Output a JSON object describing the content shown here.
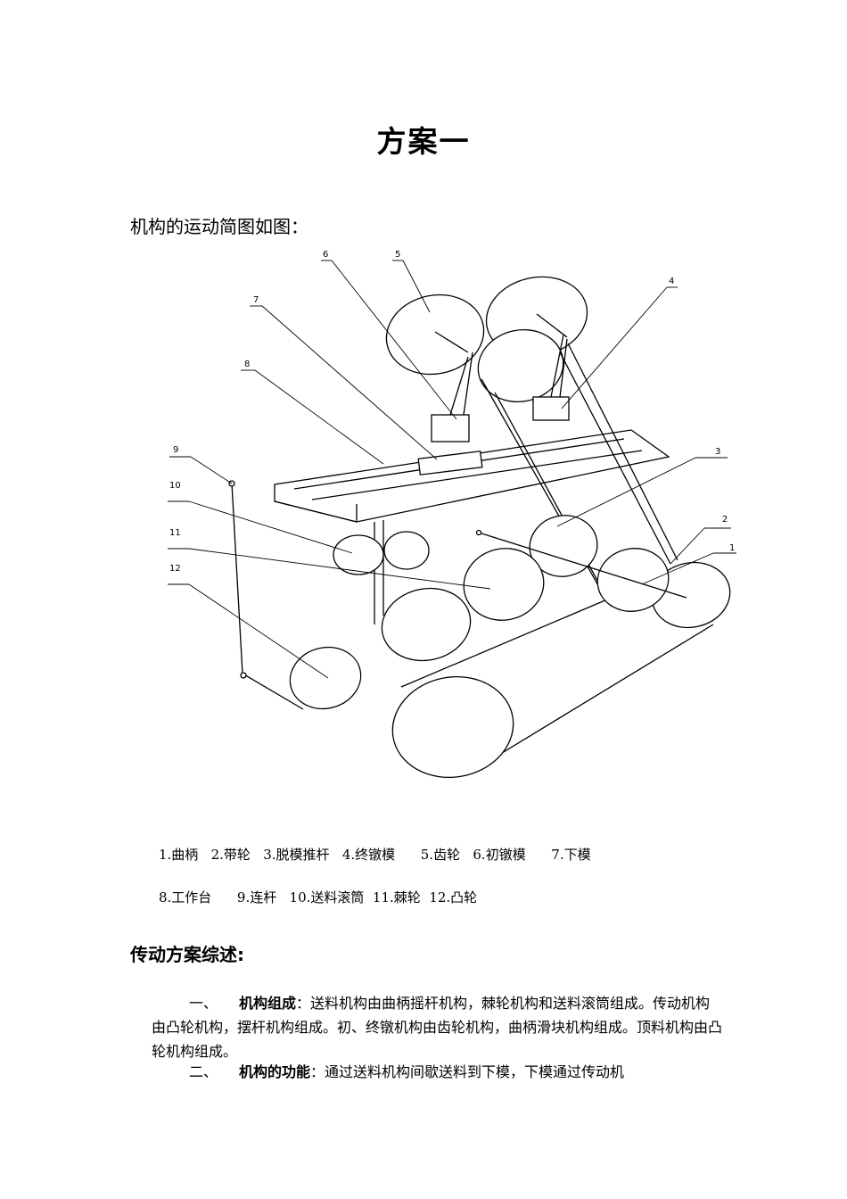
{
  "title": "方案一",
  "intro": "机构的运动简图如图：",
  "figure": {
    "labels": [
      "1",
      "2",
      "3",
      "4",
      "5",
      "6",
      "7",
      "8",
      "9",
      "10",
      "11",
      "12"
    ]
  },
  "caption": {
    "line1": "1.曲柄   2.带轮   3.脱模推杆   4.终镦模      5.齿轮   6.初镦模      7.下模",
    "line2": "8.工作台      9.连杆   10.送料滚筒  11.棘轮  12.凸轮"
  },
  "section_heading": "传动方案综述:",
  "paragraphs": [
    {
      "number": "一、",
      "term": "机构组成",
      "text": "：送料机构由曲柄摇杆机构，棘轮机构和送料滚筒组成。传动机构由凸轮机构，摆杆机构组成。初、终镦机构由齿轮机构，曲柄滑块机构组成。顶料机构由凸轮机构组成。"
    },
    {
      "number": "二、",
      "term": "机构的功能",
      "text": "：通过送料机构间歇送料到下模，下模通过传动机"
    }
  ]
}
